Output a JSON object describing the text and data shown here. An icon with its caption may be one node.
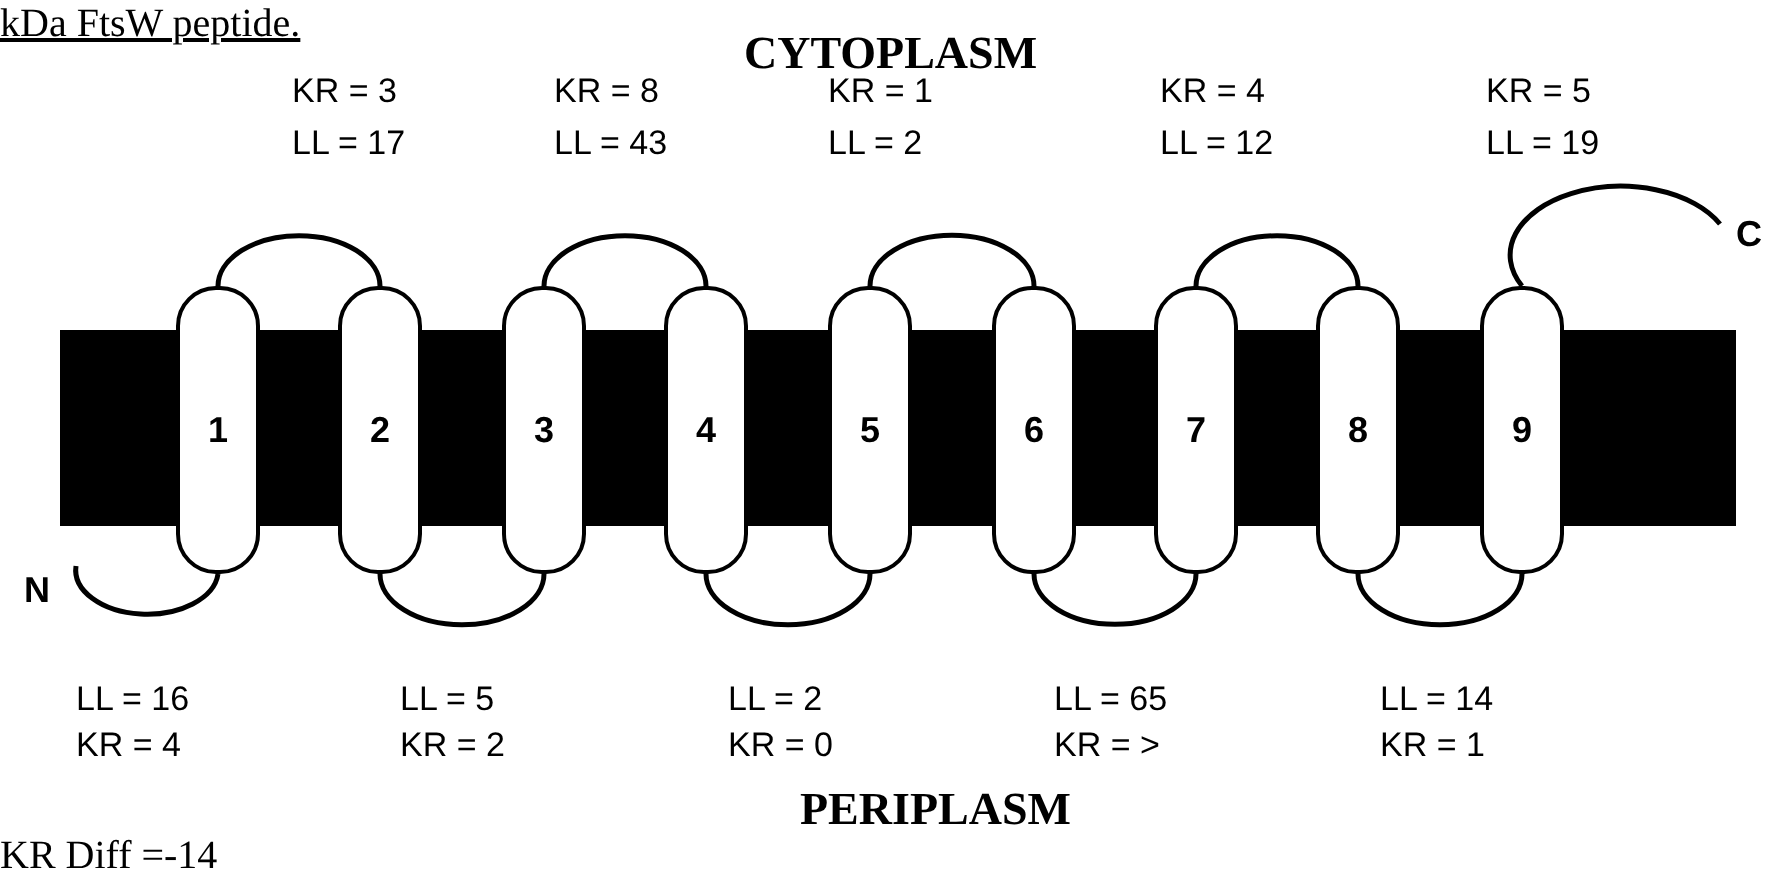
{
  "diagram": {
    "nodes": [
      {
        "text": [
          "1"
        ]
      },
      {
        "text": [
          "2"
        ]
      },
      {
        "text": [
          "3"
        ]
      },
      {
        "text": [
          "4"
        ]
      },
      {
        "text": [
          "5"
        ]
      },
      {
        "text": [
          "6"
        ]
      },
      {
        "text": [
          "7"
        ]
      },
      {
        "text": [
          "8"
        ]
      },
      {
        "text": [
          "9"
        ]
      },
      {
        "text": [
          "N"
        ]
      },
      {
        "text": [
          "C"
        ]
      },
      {
        "text": [],
        "shape": "bar"
      }
    ],
    "edges": [
      {
        "from": 9,
        "to": 0,
        "arrow": "none"
      },
      {
        "from": 0,
        "to": 1,
        "arrow": "none"
      },
      {
        "from": 1,
        "to": 2,
        "arrow": "none"
      },
      {
        "from": 2,
        "to": 3,
        "arrow": "none"
      },
      {
        "from": 3,
        "to": 4,
        "arrow": "none"
      },
      {
        "from": 4,
        "to": 5,
        "arrow": "none"
      },
      {
        "from": 5,
        "to": 6,
        "arrow": "none"
      },
      {
        "from": 6,
        "to": 7,
        "arrow": "none"
      },
      {
        "from": 7,
        "to": 8,
        "arrow": "none"
      },
      {
        "from": 8,
        "to": 10,
        "arrow": "none"
      }
    ],
    "labels": [
      "kDa FtsW peptide.",
      "CYTOPLASM",
      "KR = 3",
      "LL = 17",
      "KR = 8",
      "LL = 43",
      "KR = 1",
      "LL = 2",
      "KR = 4",
      "LL = 12",
      "KR = 5",
      "LL = 19",
      "LL = 16",
      "KR = 4",
      "LL = 5",
      "KR = 2",
      "LL = 2",
      "KR = 0",
      "LL = 65",
      "KR = >",
      "LL = 14",
      "KR = 1",
      "PERIPLASM",
      "KR Diff =-14"
    ]
  }
}
